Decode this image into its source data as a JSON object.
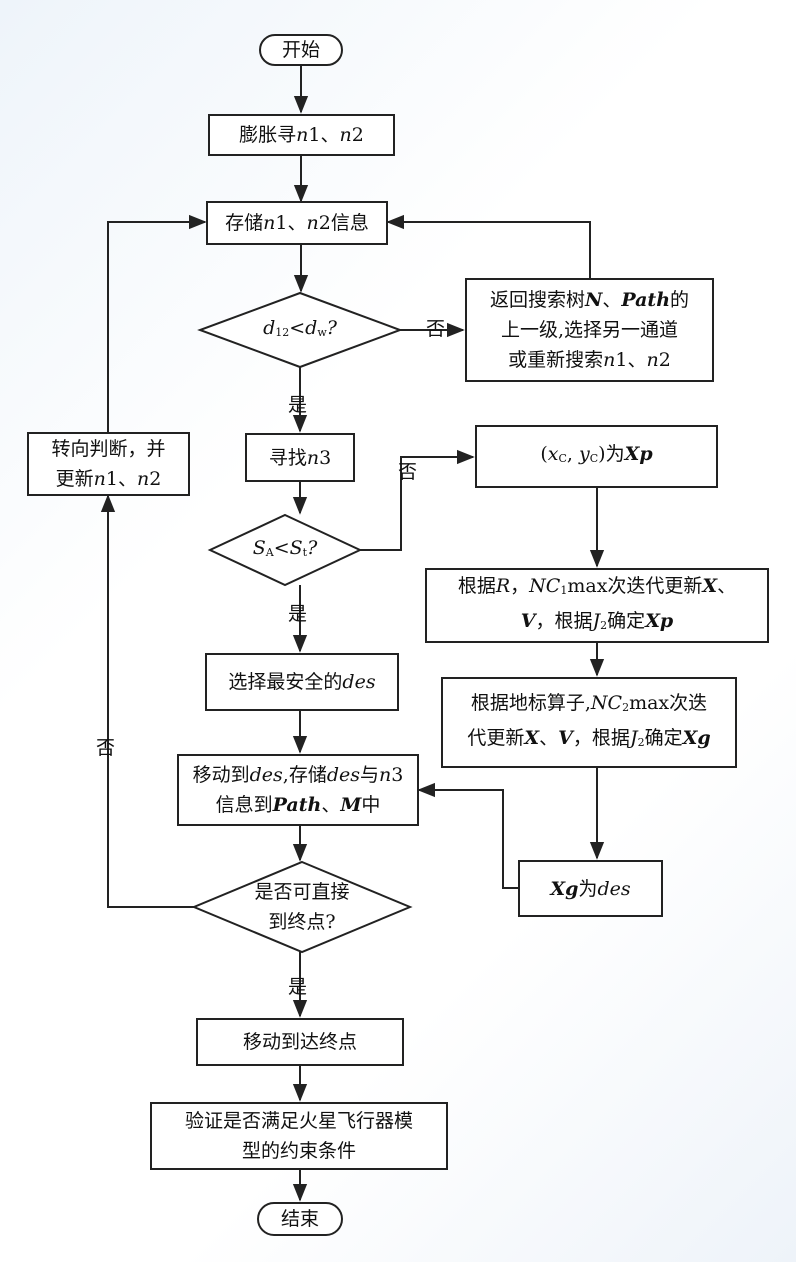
{
  "nodes": {
    "start": "开始",
    "expand": "膨胀寻n1、n2",
    "store": "存储n1、n2信息",
    "cond_d": "d12<dw?",
    "return": [
      "返回搜索树N、Path的",
      "上一级,选择另一通道",
      "或重新搜索n1、n2"
    ],
    "find_n3": "寻找n3",
    "cond_s": "SA<St?",
    "xc_yc": "(xc, yc)为Xp",
    "update1": [
      "根据R，NC1max次迭代更新X、",
      "V，根据J2确定Xp"
    ],
    "select_des": "选择最安全的des",
    "update2": [
      "根据地标算子,NC2max次迭",
      "代更新X、V，根据J2确定Xg"
    ],
    "move_des": [
      "移动到des,存储des与n3",
      "信息到Path、M中"
    ],
    "xg_des": "Xg为des",
    "cond_end": [
      "是否可直接",
      "到终点?"
    ],
    "turn": [
      "转向判断，并",
      "更新n1、n2"
    ],
    "move_end": "移动到达终点",
    "verify": [
      "验证是否满足火星飞行器模",
      "型的约束条件"
    ],
    "end": "结束"
  },
  "edge_labels": {
    "no_d": "否",
    "yes_d": "是",
    "no_s": "否",
    "yes_s": "是",
    "no_end": "否",
    "yes_end": "是"
  }
}
